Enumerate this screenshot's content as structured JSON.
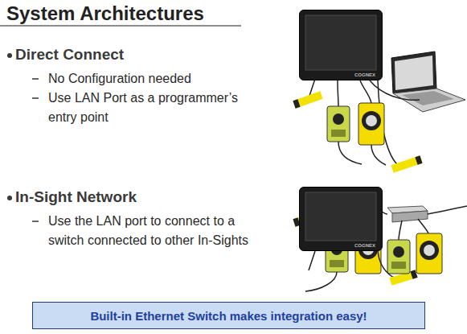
{
  "diagram": {
    "title": "System Architectures",
    "nodes": [
      {
        "text": [
          "COGNEX"
        ]
      },
      {
        "text": [
          "COGNEX"
        ]
      },
      {
        "text": [
          "Built-in Ethernet Switch makes integration easy!"
        ]
      }
    ],
    "labels": [
      "Direct Connect",
      "No Configuration needed",
      "Use LAN Port as a programmer’s entry point",
      "In-Sight Network",
      "Use the LAN port to connect to a switch connected to other In-Sights"
    ]
  }
}
